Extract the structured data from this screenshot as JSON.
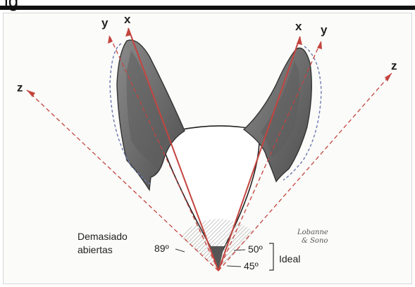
{
  "header": {
    "partial_title": "ig"
  },
  "axis_labels": {
    "left_y": "y",
    "left_x": "x",
    "left_z": "z",
    "right_x": "x",
    "right_y": "y",
    "right_z": "z"
  },
  "annotations": {
    "too_open_line1": "Demasiado",
    "too_open_line2": "abiertas",
    "angle_89": "89º",
    "angle_50": "50º",
    "angle_45": "45º",
    "ideal": "Ideal"
  },
  "signature": {
    "line1": "Lobanne",
    "line2": "& Sono"
  },
  "colors": {
    "axis_red": "#c4443f",
    "outline_blue": "#6b78b0",
    "ear_gray": "#6f6f6f",
    "hatch": "#9a9a9a"
  }
}
